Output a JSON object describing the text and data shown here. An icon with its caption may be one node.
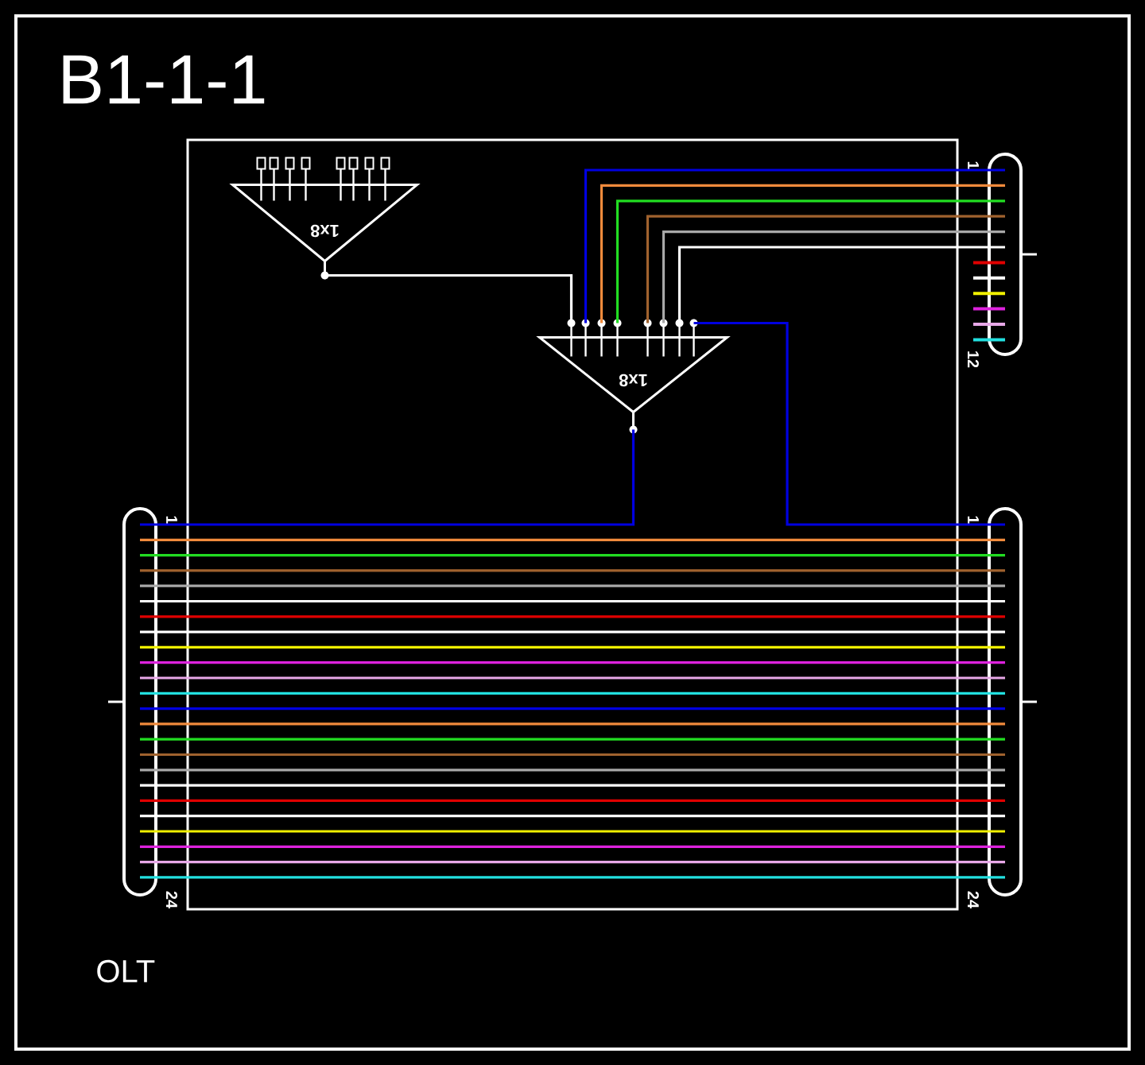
{
  "diagram": {
    "title": "B1-1-1",
    "nodes": [
      {
        "text": [],
        "shape": "box"
      },
      {
        "text": [
          "1x8"
        ],
        "in": 0
      },
      {
        "text": [
          "1x8"
        ],
        "in": 0
      },
      {
        "text": [],
        "shape": "box",
        "beside": [
          "1",
          "12"
        ]
      },
      {
        "text": [],
        "shape": "box",
        "beside": [
          "1",
          "24"
        ]
      },
      {
        "text": [],
        "shape": "box",
        "beside": [
          "1",
          "24"
        ]
      }
    ],
    "edges": [
      {
        "from": 1,
        "to": 2,
        "arrow": "none"
      },
      {
        "from": 2,
        "to": 3,
        "arrow": "none",
        "color": "#0000e0"
      },
      {
        "from": 2,
        "to": 3,
        "arrow": "none",
        "color": "#f08a3c"
      },
      {
        "from": 2,
        "to": 3,
        "arrow": "none",
        "color": "#22dd22"
      },
      {
        "from": 2,
        "to": 3,
        "arrow": "none",
        "color": "#a0622e"
      },
      {
        "from": 2,
        "to": 3,
        "arrow": "none",
        "color": "#a8a8a8"
      },
      {
        "from": 2,
        "to": 3,
        "arrow": "none"
      },
      {
        "from": 4,
        "to": 2,
        "arrow": "none",
        "color": "#0000e0"
      },
      {
        "from": 2,
        "to": 5,
        "arrow": "none",
        "color": "#0000e0"
      },
      {
        "from": 4,
        "to": 5,
        "arrow": "none",
        "color": "#f08a3c"
      },
      {
        "from": 4,
        "to": 5,
        "arrow": "none",
        "color": "#22dd22"
      },
      {
        "from": 4,
        "to": 5,
        "arrow": "none",
        "color": "#a0622e"
      },
      {
        "from": 4,
        "to": 5,
        "arrow": "none",
        "color": "#a8a8a8"
      },
      {
        "from": 4,
        "to": 5,
        "arrow": "none"
      },
      {
        "from": 4,
        "to": 5,
        "arrow": "none",
        "color": "#e00000"
      },
      {
        "from": 4,
        "to": 5,
        "arrow": "none"
      },
      {
        "from": 4,
        "to": 5,
        "arrow": "none",
        "color": "#f0f000"
      },
      {
        "from": 4,
        "to": 5,
        "arrow": "none",
        "color": "#dd22dd"
      },
      {
        "from": 4,
        "to": 5,
        "arrow": "none",
        "color": "#e8a8e8"
      },
      {
        "from": 4,
        "to": 5,
        "arrow": "none",
        "color": "#22e0e0"
      },
      {
        "from": 4,
        "to": 5,
        "arrow": "none",
        "color": "#0000e0"
      },
      {
        "from": 4,
        "to": 5,
        "arrow": "none",
        "color": "#f08a3c"
      },
      {
        "from": 4,
        "to": 5,
        "arrow": "none",
        "color": "#22dd22"
      },
      {
        "from": 4,
        "to": 5,
        "arrow": "none",
        "color": "#a0622e"
      },
      {
        "from": 4,
        "to": 5,
        "arrow": "none",
        "color": "#a8a8a8"
      },
      {
        "from": 4,
        "to": 5,
        "arrow": "none"
      },
      {
        "from": 4,
        "to": 5,
        "arrow": "none",
        "color": "#e00000"
      },
      {
        "from": 4,
        "to": 5,
        "arrow": "none"
      },
      {
        "from": 4,
        "to": 5,
        "arrow": "none",
        "color": "#f0f000"
      },
      {
        "from": 4,
        "to": 5,
        "arrow": "none",
        "color": "#dd22dd"
      },
      {
        "from": 4,
        "to": 5,
        "arrow": "none",
        "color": "#e8a8e8"
      },
      {
        "from": 4,
        "to": 5,
        "arrow": "none",
        "color": "#22e0e0"
      }
    ],
    "labels": [
      "OLT"
    ]
  }
}
